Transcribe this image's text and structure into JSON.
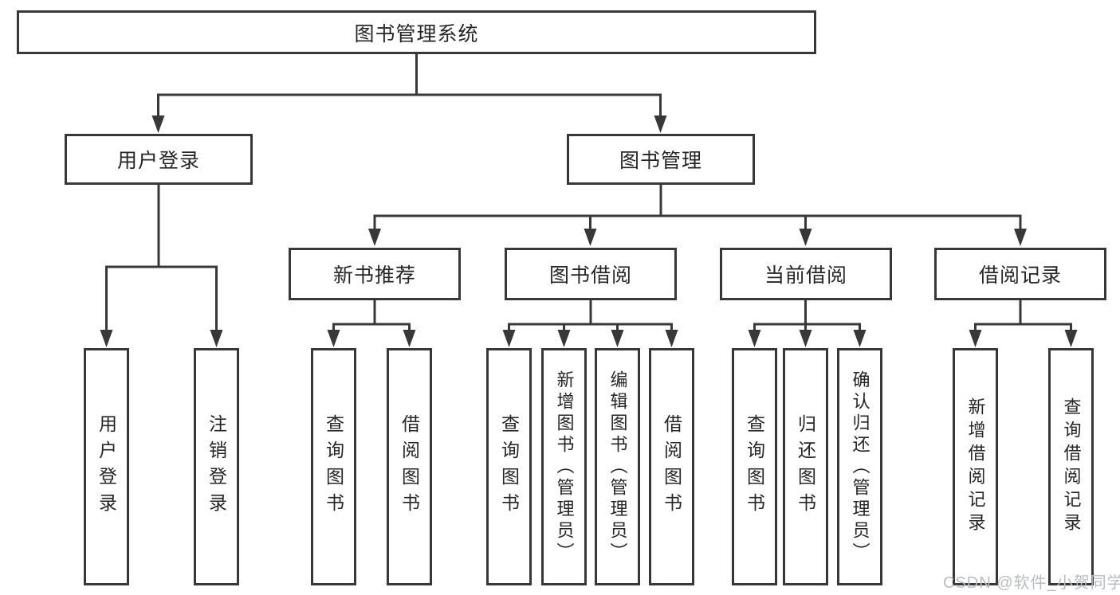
{
  "diagram": {
    "root": {
      "label": "图书管理系统"
    },
    "level2": [
      {
        "label": "用户登录"
      },
      {
        "label": "图书管理"
      }
    ],
    "level3": [
      {
        "label": "新书推荐"
      },
      {
        "label": "图书借阅"
      },
      {
        "label": "当前借阅"
      },
      {
        "label": "借阅记录"
      }
    ],
    "leaves": [
      {
        "label": "用户登录"
      },
      {
        "label": "注销登录"
      },
      {
        "label": "查询图书"
      },
      {
        "label": "借阅图书"
      },
      {
        "label": "查询图书"
      },
      {
        "label": "新增图书（管理员）"
      },
      {
        "label": "编辑图书（管理员）"
      },
      {
        "label": "借阅图书"
      },
      {
        "label": "查询图书"
      },
      {
        "label": "归还图书"
      },
      {
        "label": "确认归还（管理员）"
      },
      {
        "label": "新增借阅记录"
      },
      {
        "label": "查询借阅记录"
      }
    ]
  },
  "watermark": {
    "text": "CSDN @软件_小贺同学"
  },
  "colors": {
    "line": "#383838",
    "text": "#262626",
    "watermark": "#b9bdc3",
    "background": "#ffffff"
  }
}
